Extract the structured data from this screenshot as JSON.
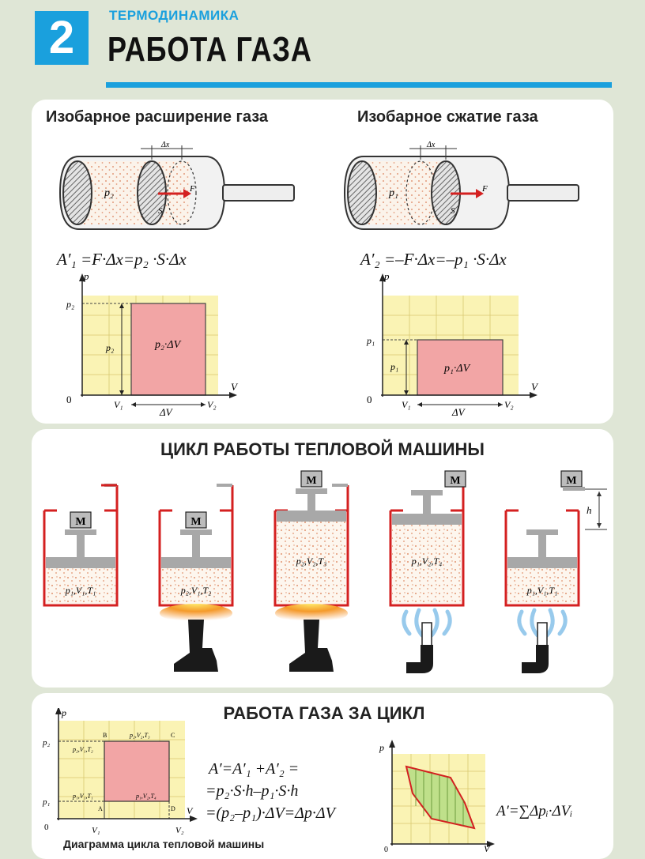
{
  "header": {
    "number": "2",
    "subtitle": "ТЕРМОДИНАМИКА",
    "title": "РАБОТА ГАЗА"
  },
  "section1": {
    "left_title": "Изобарное расширение газа",
    "right_title": "Изобарное сжатие газа",
    "left_formula": "A′₁ =F·Δx=p₂ ·S·Δx",
    "right_formula": "A′₂ =–F·Δx=–p₁ ·S·Δx",
    "dx_label": "Δx",
    "left_piston_p": "p₂",
    "right_piston_p": "p₁",
    "force_label": "F",
    "area_label": "S",
    "left_chart": {
      "p_tick": "p₂",
      "p_mid": "p₂",
      "area": "p₂·ΔV",
      "origin": "0",
      "v1": "V₁",
      "v2": "V₂",
      "dv": "ΔV",
      "xaxis": "V",
      "yaxis": "p"
    },
    "right_chart": {
      "p_tick": "p₁",
      "p_mid": "p₁",
      "area": "p₁·ΔV",
      "origin": "0",
      "v1": "V₁",
      "v2": "V₂",
      "dv": "ΔV",
      "xaxis": "V",
      "yaxis": "p"
    }
  },
  "section2": {
    "title": "ЦИКЛ РАБОТЫ ТЕПЛОВОЙ МАШИНЫ",
    "mass_label": "M",
    "height_label": "h",
    "states": [
      "p₁,V₁,T₁",
      "p₂,V₁,T₂",
      "p₂,V₂,T₃",
      "p₁,V₂,T₄",
      "p₁,V₁,T₁"
    ],
    "colors": {
      "cylinder": "#d42020",
      "piston": "#a8a8a8",
      "flame": "#f07818",
      "cold": "#6cb4e4",
      "burner": "#1a1a1a"
    }
  },
  "section3": {
    "title": "РАБОТА ГАЗА ЗА ЦИКЛ",
    "diagram_caption": "Диаграмма цикла тепловой машины",
    "pv_chart": {
      "yaxis": "p",
      "xaxis": "V",
      "origin": "0",
      "p1": "p₁",
      "p2": "p₂",
      "v1": "V₁",
      "v2": "V₂",
      "A": "A",
      "B": "B",
      "C": "C",
      "D": "D",
      "labelA": "p₁,V₁,T₁",
      "labelB": "p₂,V₁,T₂",
      "labelC": "p₂,V₂,T₃",
      "labelD": "p₁,V₂,T₄"
    },
    "formula_lines": [
      "A′=A′₁ +A′₂ =",
      "=p₂·S·h–p₁·S·h",
      "=(p₂–p₁)·ΔV=Δp·ΔV"
    ],
    "right_chart": {
      "yaxis": "p",
      "xaxis": "V",
      "origin": "0"
    },
    "sum_formula": "A′=∑Δpᵢ·ΔVᵢ"
  }
}
